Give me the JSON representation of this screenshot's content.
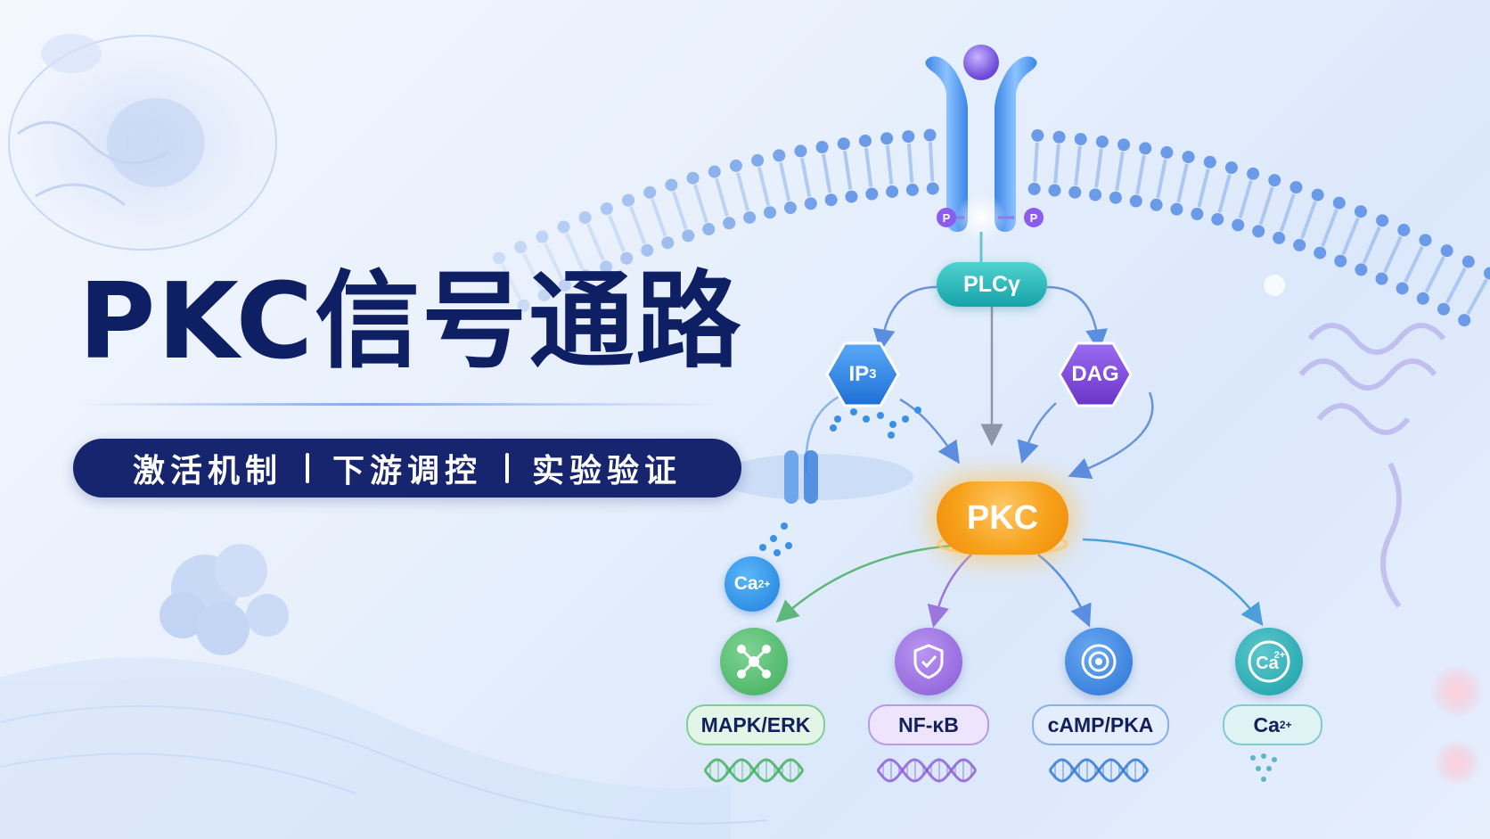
{
  "title": "PKC信号通路",
  "tagline": [
    "激活机制",
    "下游调控",
    "实验验证"
  ],
  "nodes": {
    "receptor_phospho": "P",
    "plc": "PLCγ",
    "ip3_main": "IP",
    "ip3_sub": "3",
    "dag": "DAG",
    "pkc": "PKC",
    "calcium_main": "Ca",
    "calcium_sup": "2+"
  },
  "targets": [
    {
      "label": "MAPK/ERK",
      "icon": "network-icon",
      "color": "#3fae5b"
    },
    {
      "label": "NF-κB",
      "icon": "shield-check-icon",
      "color": "#8a5ad6"
    },
    {
      "label": "cAMP/PKA",
      "icon": "target-ring-icon",
      "color": "#2a74d6"
    },
    {
      "label": "Ca",
      "label_sup": "2+",
      "icon": "calcium-ion-icon",
      "color": "#1aa0a8"
    }
  ],
  "colors": {
    "title": "#0f1f63",
    "tagline_bg": "#16256d",
    "plc": "#1fb0b4",
    "ip3": "#2f7ee0",
    "dag": "#7b45d4",
    "pkc": "#f7a21c",
    "membrane": "#6b9ae8"
  }
}
